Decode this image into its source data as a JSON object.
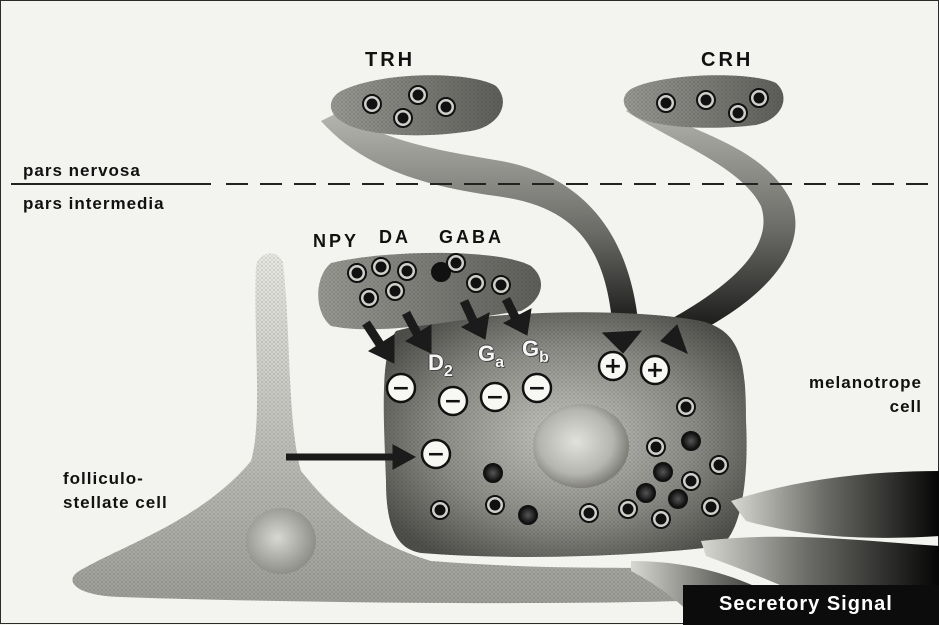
{
  "labels": {
    "trh": "TRH",
    "crh": "CRH",
    "pars_nervosa": "pars nervosa",
    "pars_intermedia": "pars intermedia",
    "npy": "NPY",
    "da": "DA",
    "gaba": "GABA",
    "d2_main": "D",
    "d2_sub": "2",
    "ga_main": "G",
    "ga_sub": "a",
    "gb_main": "G",
    "gb_sub": "b",
    "melanotrope_line1": "melanotrope",
    "melanotrope_line2": "cell",
    "folliculo_line1": "folliculo-",
    "folliculo_line2": "stellate cell",
    "secretory_signal": "Secretory Signal"
  },
  "symbols": {
    "inhibit": "−",
    "stimulate": "+"
  }
}
